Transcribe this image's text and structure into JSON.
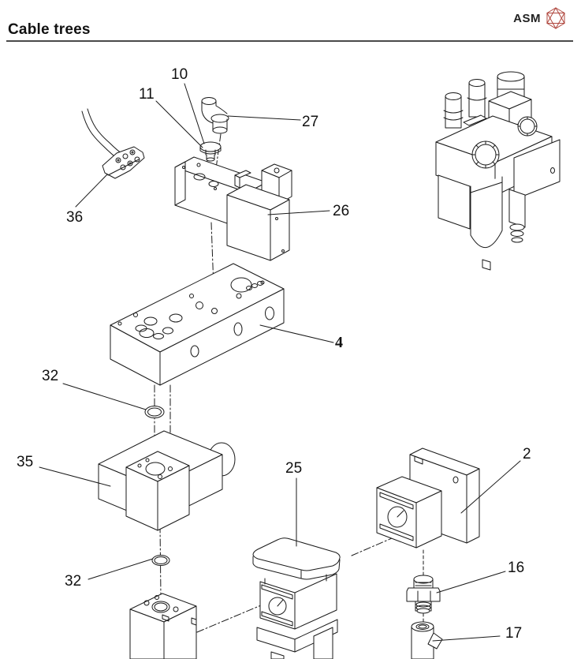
{
  "header": {
    "title": "Cable trees",
    "brand": "ASM",
    "logo_icon": "asm-polyhedron-icon",
    "logo_color": "#b0473e",
    "line_color": "#1a1a1a"
  },
  "callouts": [
    {
      "label": "10",
      "part": "plug-screw"
    },
    {
      "label": "11",
      "part": "plug-seal"
    },
    {
      "label": "27",
      "part": "elbow-fitting"
    },
    {
      "label": "36",
      "part": "cable-connector"
    },
    {
      "label": "26",
      "part": "solenoid-valve"
    },
    {
      "label": "4",
      "part": "manifold-block"
    },
    {
      "label": "32",
      "part": "o-ring-upper"
    },
    {
      "label": "35",
      "part": "valve-block"
    },
    {
      "label": "25",
      "part": "regulator"
    },
    {
      "label": "2",
      "part": "mounting-bracket"
    },
    {
      "label": "32",
      "part": "o-ring-lower"
    },
    {
      "label": "16",
      "part": "hex-fitting"
    },
    {
      "label": "17",
      "part": "elbow-connector"
    }
  ]
}
